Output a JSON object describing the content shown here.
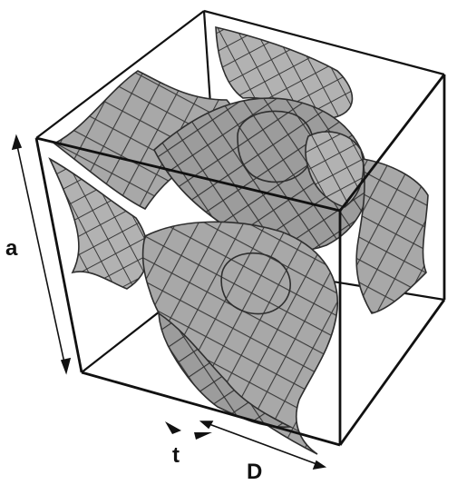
{
  "figure": {
    "labels": {
      "a": "a",
      "t": "t",
      "D": "D"
    },
    "colors": {
      "surface_fill": "#a8a8a8",
      "surface_shade": "#8c8c8c",
      "mesh_line": "#3a3a3a",
      "cube_edge": "#111111",
      "background": "#ffffff"
    }
  }
}
